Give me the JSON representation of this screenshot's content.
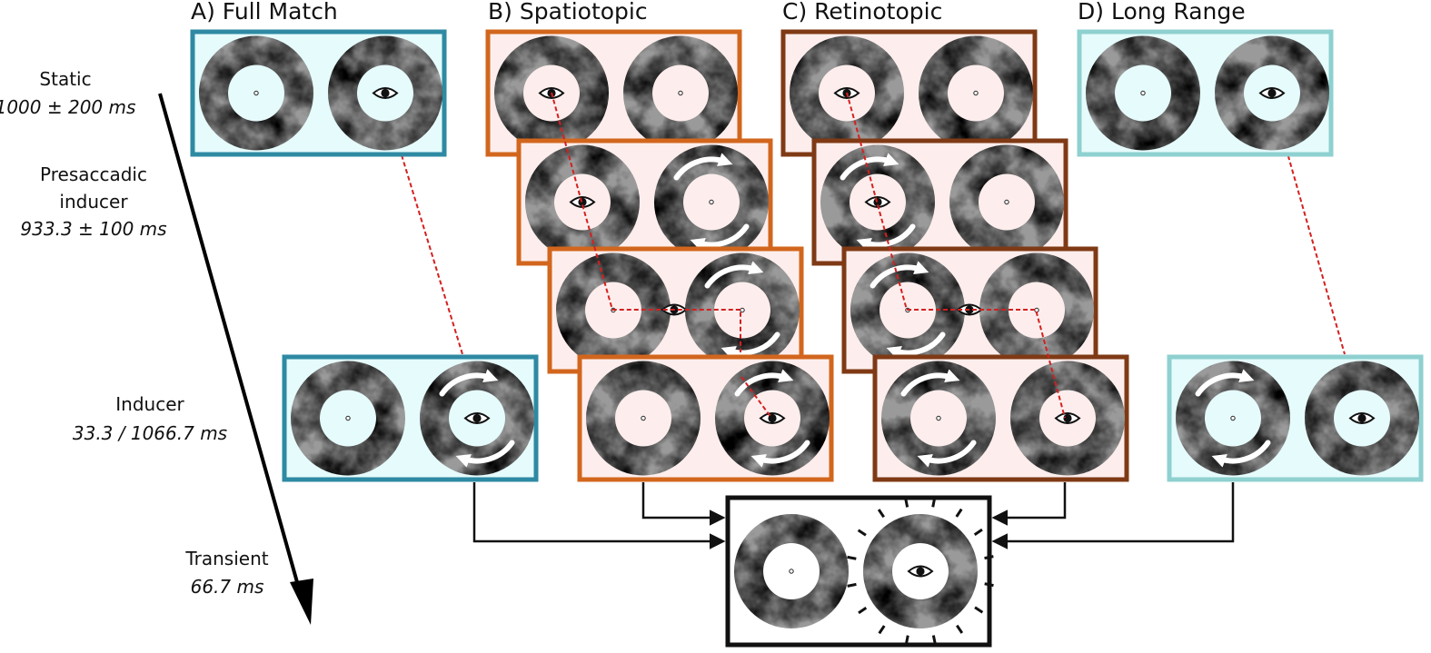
{
  "columns": [
    {
      "title": "A) Full Match",
      "frame_color": "#2e8aa3",
      "fill_color": "#e6fbfc"
    },
    {
      "title": "B) Spatiotopic",
      "frame_color": "#d2661d",
      "fill_color": "#fdeeed"
    },
    {
      "title": "C) Retinotopic",
      "frame_color": "#7f3a15",
      "fill_color": "#fdeeed"
    },
    {
      "title": "D) Long Range",
      "frame_color": "#8fd0d0",
      "fill_color": "#e6fbfc"
    }
  ],
  "phases": [
    {
      "name": "Static",
      "duration": "1000 ± 200 ms"
    },
    {
      "name_line1": "Presaccadic",
      "name_line2": "inducer",
      "duration": "933.3 ± 100 ms"
    },
    {
      "name": "Inducer",
      "duration": "33.3 / 1066.7 ms"
    },
    {
      "name": "Transient",
      "duration": "66.7 ms"
    }
  ],
  "colors": {
    "fixation_line": "#d42020",
    "transient_frame": "#111111",
    "arrows": "#111111"
  }
}
